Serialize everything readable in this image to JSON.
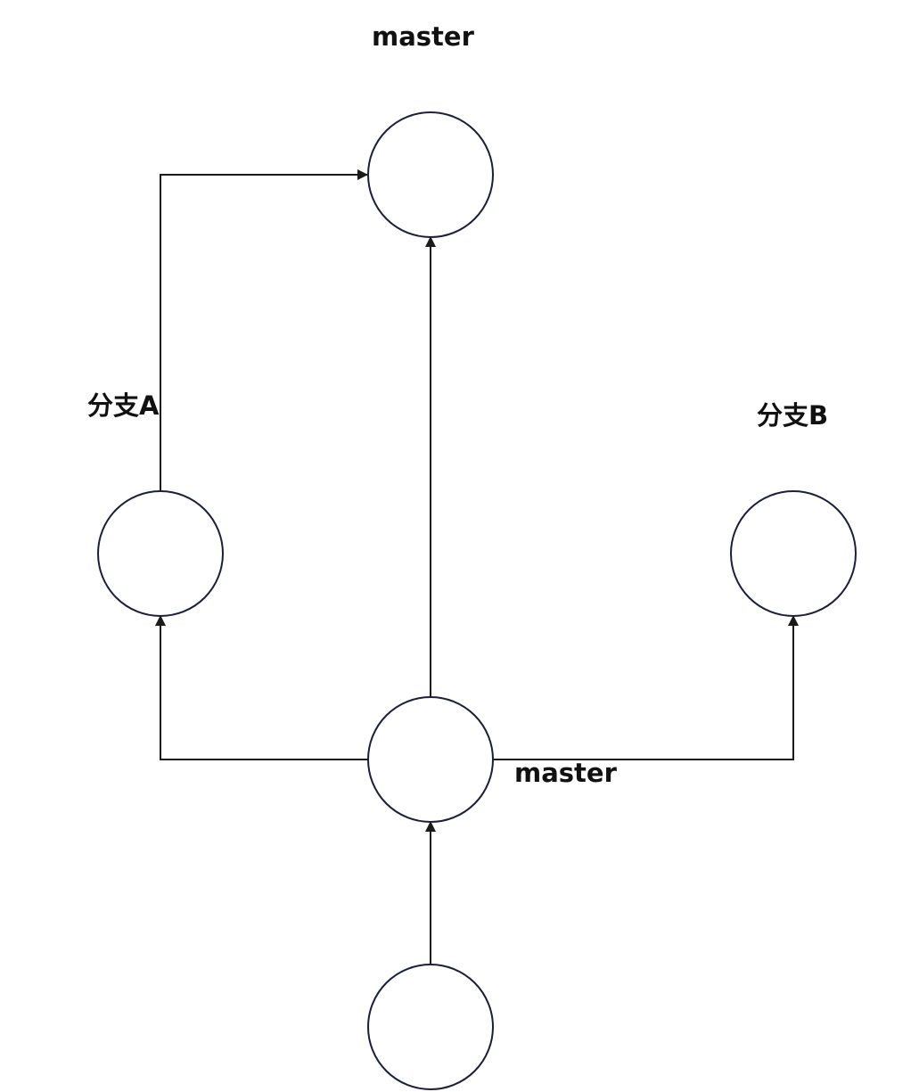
{
  "labels": {
    "master_top": "master",
    "master_mid": "master",
    "branch_a": "分支A",
    "branch_b": "分支B"
  },
  "colors": {
    "node_stroke": "#1b1f3a",
    "edge_stroke": "#1a1a1a",
    "label_text": "#111111",
    "background": "#ffffff"
  },
  "nodes": [
    {
      "id": "merge-commit"
    },
    {
      "id": "branch-a-commit"
    },
    {
      "id": "branch-b-commit"
    },
    {
      "id": "master-commit"
    },
    {
      "id": "root-commit"
    }
  ],
  "edges": [
    {
      "from": "root-commit",
      "to": "master-commit"
    },
    {
      "from": "master-commit",
      "to": "merge-commit"
    },
    {
      "from": "master-commit",
      "to": "branch-a-commit"
    },
    {
      "from": "master-commit",
      "to": "branch-b-commit"
    },
    {
      "from": "branch-a-commit",
      "to": "merge-commit"
    }
  ]
}
